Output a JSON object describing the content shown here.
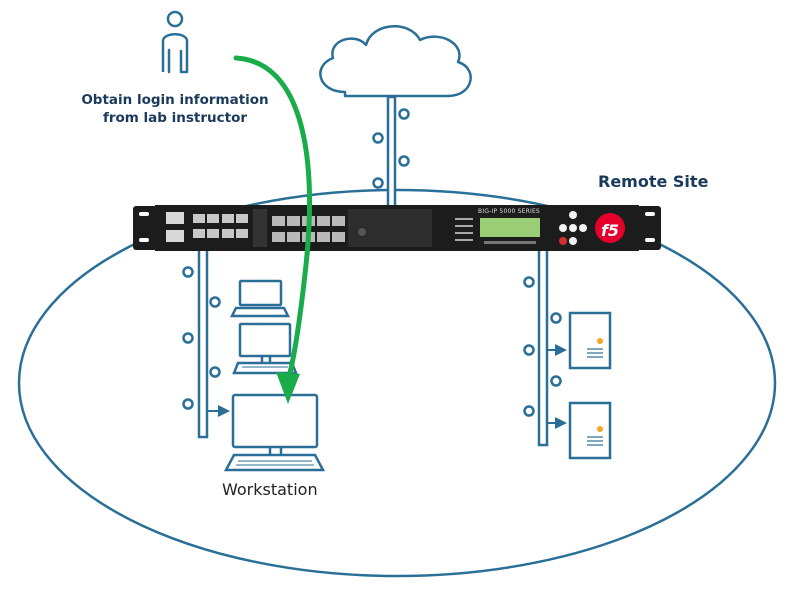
{
  "labels": {
    "instructor_line1": "Obtain login information",
    "instructor_line2": "from lab instructor",
    "remote_site": "Remote Site",
    "workstation": "Workstation"
  },
  "device": {
    "model_text": "BIG-IP 5000 SERIES",
    "logo_text": "f5"
  },
  "icons": [
    "user-icon",
    "cloud-icon",
    "f5-appliance-icon",
    "laptop-icon",
    "desktop-icon",
    "workstation-icon",
    "server-icon",
    "server-icon"
  ],
  "colors": {
    "network_line": "#2a6f97",
    "flow_arrow": "#1aac4a",
    "appliance_body": "#1c1c1c",
    "lcd": "#9acd74",
    "f5_red": "#e4002b",
    "server_light": "#f5a623"
  }
}
